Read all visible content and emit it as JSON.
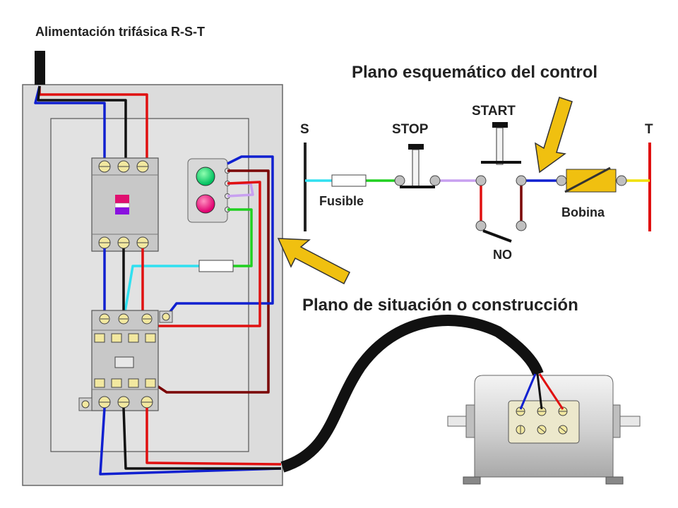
{
  "labels": {
    "supply": "Alimentación trifásica R-S-T",
    "control_title": "Plano esquemático del control",
    "construction_title": "Plano de situación o construcción",
    "s": "S",
    "t": "T",
    "stop": "STOP",
    "start": "START",
    "fusible": "Fusible",
    "bobina": "Bobina",
    "no": "NO"
  },
  "colors": {
    "red": "#e01010",
    "blue": "#1020d0",
    "black": "#111111",
    "dark_red": "#7a0000",
    "cyan": "#30e0f0",
    "green": "#20d020",
    "lavender": "#c8a0f0",
    "yellow": "#f0e000",
    "arrow": "#f0c010",
    "panel": "#dcdcdc",
    "device": "#c8c8c8"
  }
}
